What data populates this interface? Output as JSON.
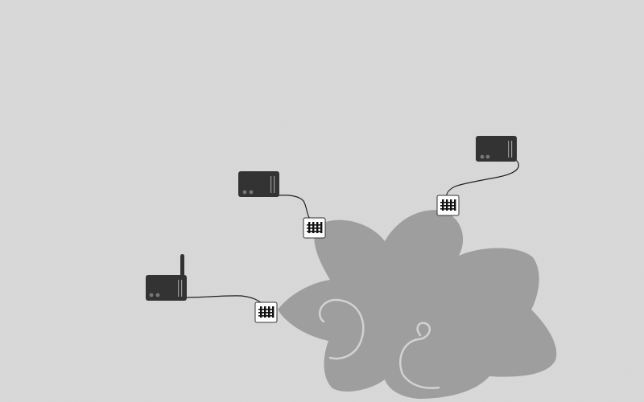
{
  "colors": {
    "background": "#d8d8d8",
    "cloud": "#9e9e9e",
    "cloud_swirl": "#d2d2d2",
    "device_body": "#333333",
    "device_led": "#777777",
    "device_slot": "#9a9a9a",
    "cable": "#222222",
    "jack_face": "#ffffff",
    "jack_pins": "#111111"
  },
  "nodes": [
    {
      "id": "left",
      "device_icon": "wireless-router-icon",
      "has_antenna": true,
      "connector_icon": "network-jack-icon"
    },
    {
      "id": "middle",
      "device_icon": "router-icon",
      "has_antenna": false,
      "connector_icon": "network-jack-icon"
    },
    {
      "id": "right",
      "device_icon": "router-icon",
      "has_antenna": false,
      "connector_icon": "network-jack-icon"
    }
  ],
  "network": {
    "icon": "cloud-icon"
  }
}
